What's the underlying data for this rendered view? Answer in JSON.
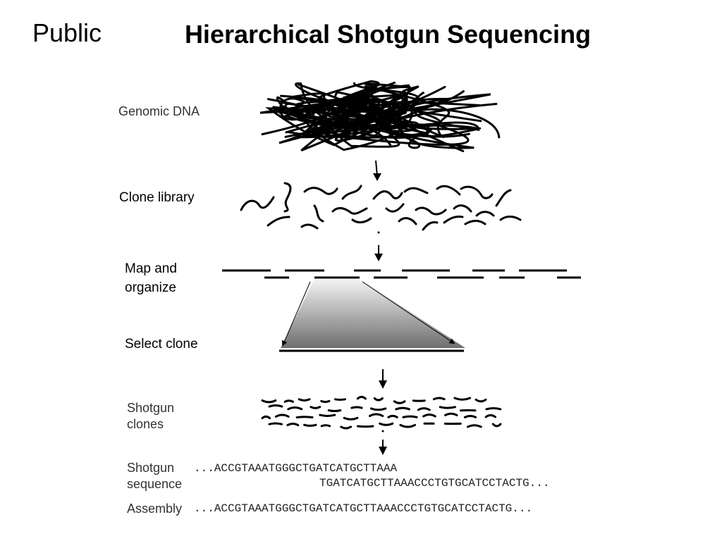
{
  "header": {
    "corner_label": "Public",
    "title": "Hierarchical Shotgun Sequencing"
  },
  "steps": {
    "genomic_dna": "Genomic DNA",
    "clone_library": "Clone library",
    "map_organize_line1": "Map and",
    "map_organize_line2": "organize",
    "select_clone": "Select clone",
    "shotgun_clones_line1": "Shotgun",
    "shotgun_clones_line2": "clones",
    "shotgun_sequence_line1": "Shotgun",
    "shotgun_sequence_line2": "sequence",
    "assembly": "Assembly"
  },
  "sequences": {
    "read_1": "...ACCGTAAATGGGCTGATCATGCTTAAA",
    "read_2": "TGATCATGCTTAAACCCTGTGCATCCTACTG...",
    "assembled": "...ACCGTAAATGGGCTGATCATGCTTAAACCCTGTGCATCCTACTG..."
  },
  "colors": {
    "ink": "#000000",
    "gradient_light": "#f4f4f4",
    "gradient_dark": "#6e6e6e"
  }
}
